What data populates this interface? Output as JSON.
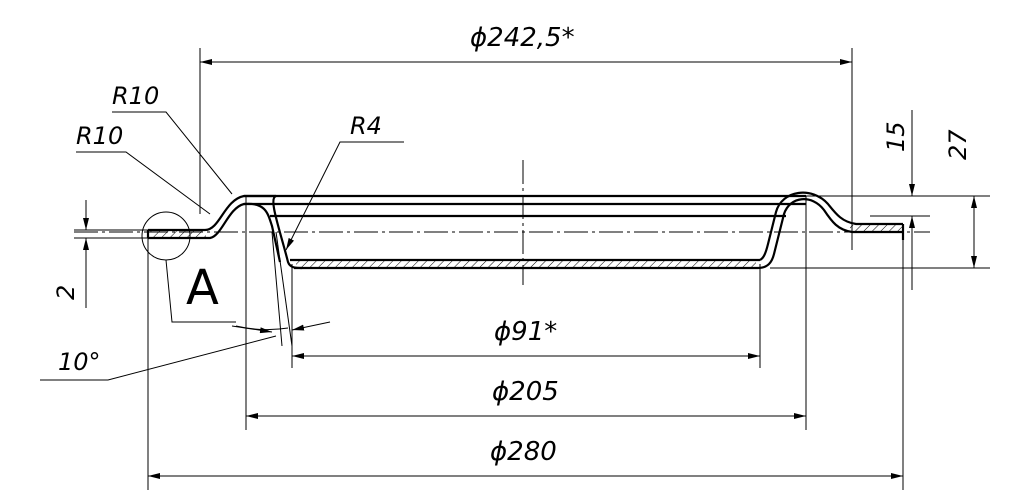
{
  "dimensions": {
    "d_top": "ϕ242,5*",
    "r_outer_1": "R10",
    "r_outer_2": "R10",
    "r_inner": "R4",
    "h_15": "15",
    "h_27": "27",
    "thickness": "2",
    "angle": "10°",
    "d_91": "ϕ91*",
    "d_205": "ϕ205",
    "d_280": "ϕ280"
  },
  "detail_label": "A"
}
